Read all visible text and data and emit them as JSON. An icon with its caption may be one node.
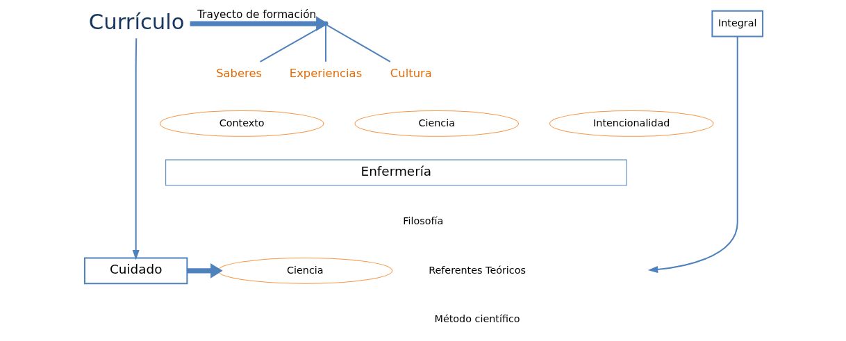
{
  "diagram": {
    "nodes": [
      {
        "text": [
          "Currículo"
        ]
      },
      {
        "text": [
          "Saberes"
        ]
      },
      {
        "text": [
          "Experiencias"
        ]
      },
      {
        "text": [
          "Cultura"
        ]
      },
      {
        "text": [
          "Integral"
        ]
      },
      {
        "text": [
          "Contexto"
        ]
      },
      {
        "text": [
          "Ciencia"
        ]
      },
      {
        "text": [
          "Intencionalidad"
        ]
      },
      {
        "text": [
          "Enfermería"
        ]
      },
      {
        "text": [
          "Cuidado"
        ]
      },
      {
        "text": [
          "Ciencia"
        ]
      },
      {
        "text": [],
        "shape": "point"
      }
    ],
    "edges": [
      {
        "from": 0,
        "to": 11,
        "arrow": "to",
        "label": "Trayecto de formación",
        "style": "thick"
      },
      {
        "from": 11,
        "to": 1,
        "arrow": "none"
      },
      {
        "from": 11,
        "to": 2,
        "arrow": "none"
      },
      {
        "from": 11,
        "to": 3,
        "arrow": "none"
      },
      {
        "from": 0,
        "to": 9,
        "arrow": "to"
      },
      {
        "from": 4,
        "to": null,
        "arrow": "to"
      },
      {
        "from": 9,
        "to": 10,
        "arrow": "to",
        "style": "thick"
      }
    ],
    "labels": [
      "Filosofía",
      "Referentes Teóricos",
      "Método científico"
    ]
  }
}
